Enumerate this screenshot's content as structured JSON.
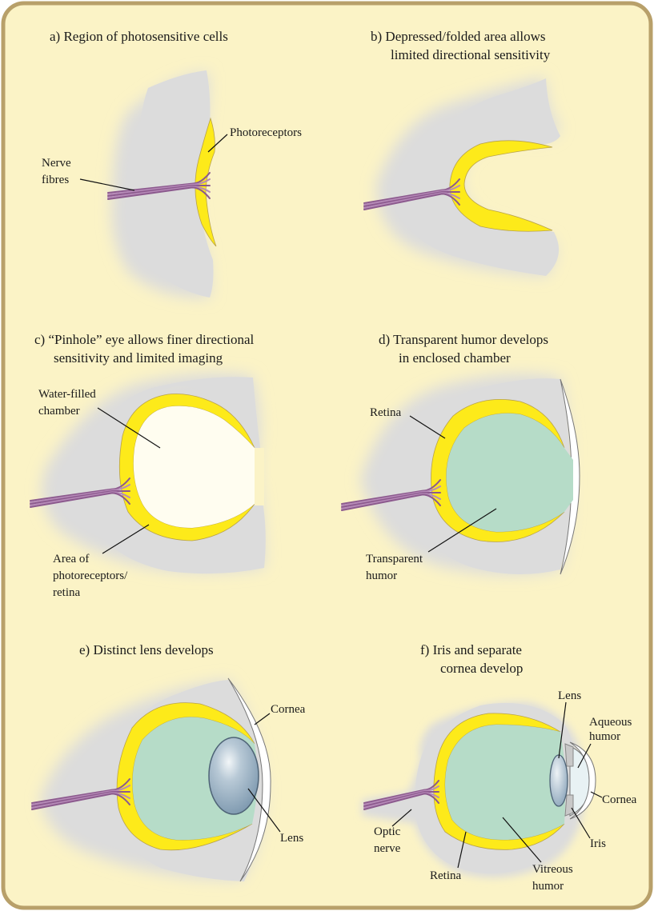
{
  "colors": {
    "background": "#fbf3c6",
    "border": "#b8a06a",
    "tissue": "#dcdcdc",
    "photoreceptor": "#fdea1a",
    "nerve": "#8c5a8e",
    "humor": "#b6dcc8",
    "lens": "#8ea7bc",
    "cornea": "#ffffff"
  },
  "panels": {
    "a": {
      "title": [
        "a) Region of photosensitive cells"
      ],
      "labels": {
        "photoreceptors": "Photoreceptors",
        "nerve": [
          "Nerve",
          "fibres"
        ]
      }
    },
    "b": {
      "title": [
        "b) Depressed/folded area allows",
        "limited directional sensitivity"
      ]
    },
    "c": {
      "title": [
        "c) “Pinhole” eye allows finer directional",
        "sensitivity and limited imaging"
      ],
      "labels": {
        "chamber": [
          "Water-filled",
          "chamber"
        ],
        "area": [
          "Area of",
          "photoreceptors/",
          "retina"
        ]
      }
    },
    "d": {
      "title": [
        "d) Transparent humor develops",
        "in enclosed chamber"
      ],
      "labels": {
        "retina": "Retina",
        "humor": [
          "Transparent",
          "humor"
        ]
      }
    },
    "e": {
      "title": [
        "e) Distinct lens develops"
      ],
      "labels": {
        "cornea": "Cornea",
        "lens": "Lens"
      }
    },
    "f": {
      "title": [
        "f) Iris and separate",
        "cornea develop"
      ],
      "labels": {
        "lens": "Lens",
        "aqueous": [
          "Aqueous",
          "humor"
        ],
        "cornea": "Cornea",
        "iris": "Iris",
        "optic": [
          "Optic",
          "nerve"
        ],
        "retina": "Retina",
        "vitreous": [
          "Vitreous",
          "humor"
        ]
      }
    }
  }
}
